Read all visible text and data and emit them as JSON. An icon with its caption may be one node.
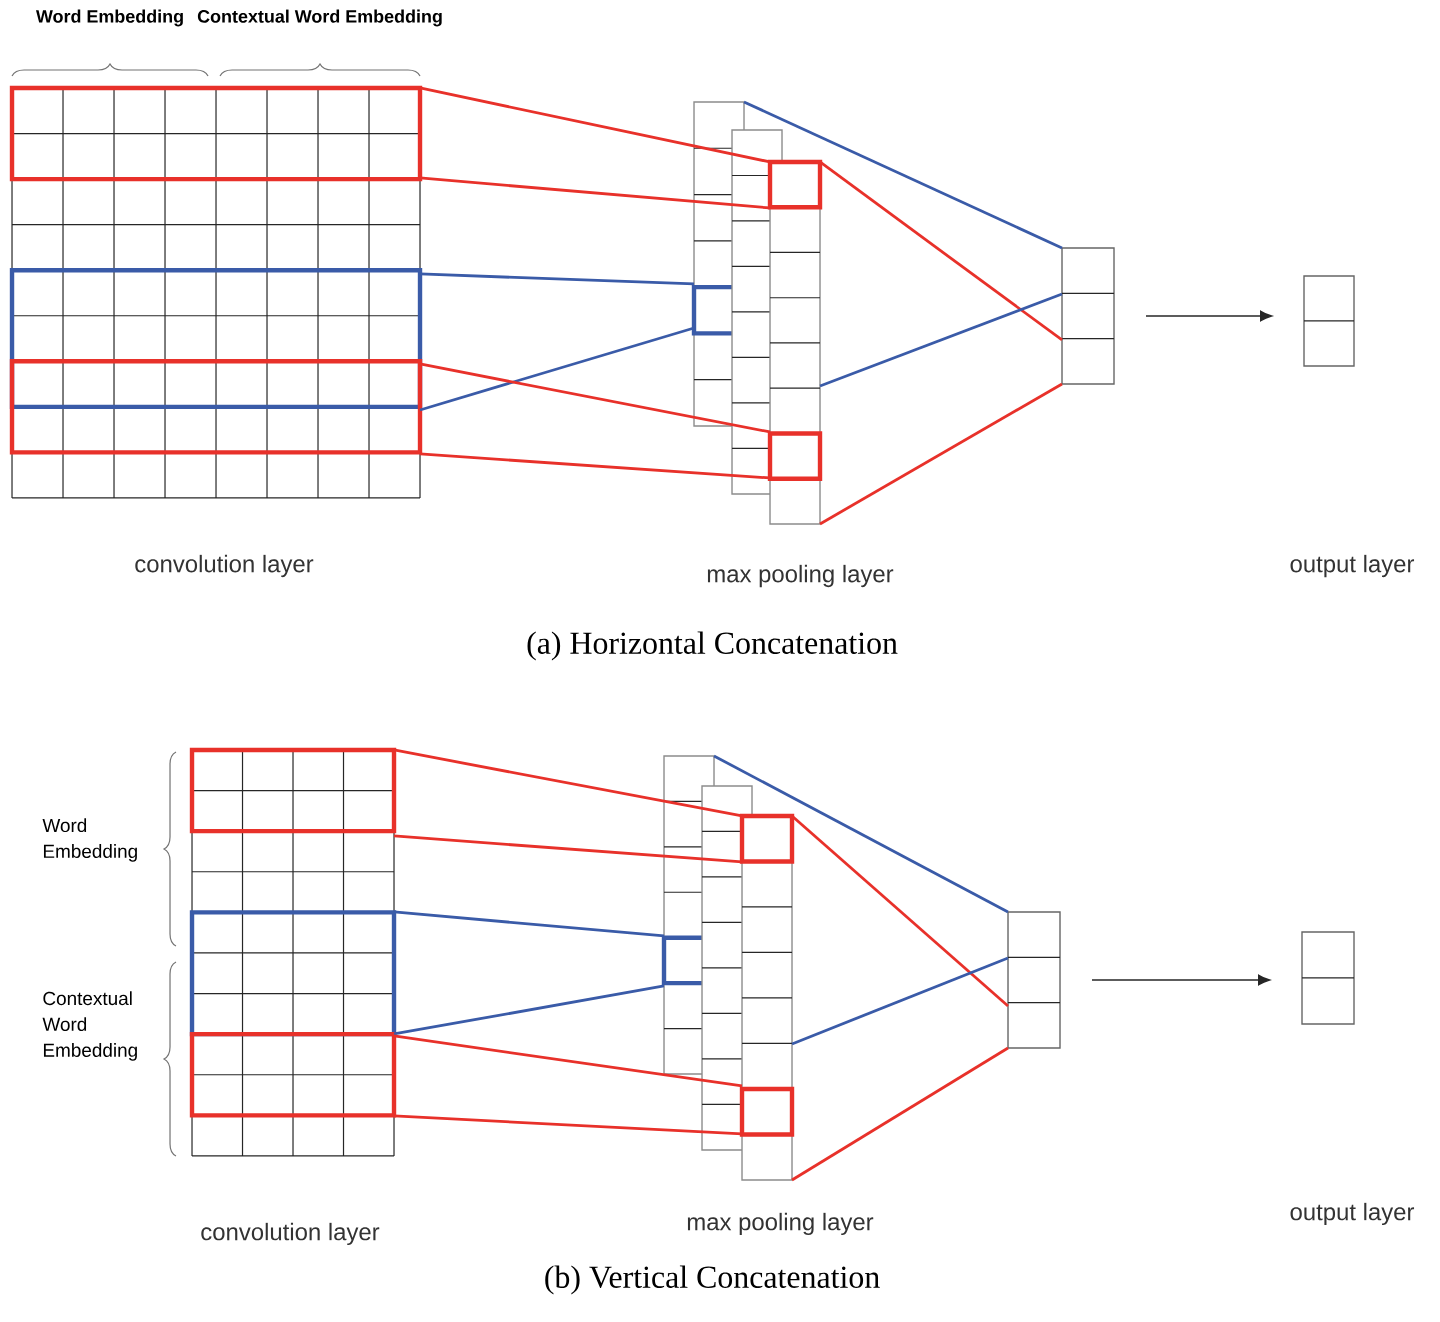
{
  "diagram": {
    "nodes": [
      {
        "text": [],
        "shape": "box",
        "beside": [
          "convolution layer"
        ]
      },
      {
        "text": [],
        "shape": "box",
        "beside": [
          "max pooling layer"
        ]
      },
      {
        "text": [],
        "shape": "box"
      },
      {
        "text": [],
        "shape": "box"
      },
      {
        "text": [],
        "shape": "box",
        "beside": [
          "convolution layer"
        ]
      },
      {
        "text": [],
        "shape": "box",
        "beside": [
          "max pooling layer"
        ]
      },
      {
        "text": [],
        "shape": "box"
      },
      {
        "text": [],
        "shape": "box"
      }
    ],
    "edges": [
      {
        "from": 0,
        "to": 1,
        "arrow": "none",
        "color": "#e8312a"
      },
      {
        "from": 0,
        "to": 1,
        "arrow": "none",
        "color": "#e8312a"
      },
      {
        "from": 0,
        "to": 1,
        "arrow": "none",
        "color": "#3a5ba8"
      },
      {
        "from": 0,
        "to": 1,
        "arrow": "none",
        "color": "#3a5ba8"
      },
      {
        "from": 0,
        "to": 1,
        "arrow": "none",
        "color": "#e8312a"
      },
      {
        "from": 0,
        "to": 1,
        "arrow": "none",
        "color": "#e8312a"
      },
      {
        "from": 1,
        "to": 2,
        "arrow": "none",
        "color": "#3a5ba8"
      },
      {
        "from": 1,
        "to": 2,
        "arrow": "none",
        "color": "#e8312a"
      },
      {
        "from": 1,
        "to": 2,
        "arrow": "none",
        "color": "#3a5ba8"
      },
      {
        "from": 1,
        "to": 2,
        "arrow": "none",
        "color": "#e8312a"
      },
      {
        "from": 2,
        "to": 3,
        "arrow": "to",
        "color": "#262626"
      },
      {
        "from": 4,
        "to": 5,
        "arrow": "none",
        "color": "#e8312a"
      },
      {
        "from": 4,
        "to": 5,
        "arrow": "none",
        "color": "#e8312a"
      },
      {
        "from": 4,
        "to": 5,
        "arrow": "none",
        "color": "#3a5ba8"
      },
      {
        "from": 4,
        "to": 5,
        "arrow": "none",
        "color": "#3a5ba8"
      },
      {
        "from": 4,
        "to": 5,
        "arrow": "none",
        "color": "#e8312a"
      },
      {
        "from": 4,
        "to": 5,
        "arrow": "none",
        "color": "#e8312a"
      },
      {
        "from": 5,
        "to": 6,
        "arrow": "none",
        "color": "#3a5ba8"
      },
      {
        "from": 5,
        "to": 6,
        "arrow": "none",
        "color": "#e8312a"
      },
      {
        "from": 5,
        "to": 6,
        "arrow": "none",
        "color": "#3a5ba8"
      },
      {
        "from": 5,
        "to": 6,
        "arrow": "none",
        "color": "#e8312a"
      },
      {
        "from": 6,
        "to": 7,
        "arrow": "to",
        "color": "#262626"
      }
    ],
    "labels": [
      "Word Embedding",
      "Contextual Word Embedding",
      "output layer",
      "(a) Horizontal Concatenation",
      "Word Embedding",
      "Contextual Word Embedding",
      "output layer",
      "(b) Vertical Concatenation"
    ]
  }
}
